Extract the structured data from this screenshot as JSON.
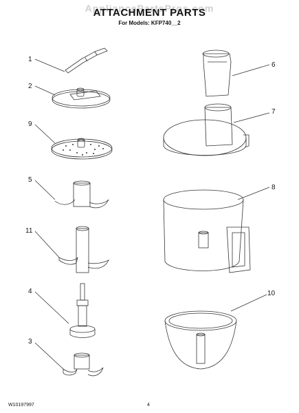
{
  "watermark": "AppliancePartsPros.com",
  "title": "ATTACHMENT PARTS",
  "subtitle": "For Models: KFP740__2",
  "footer": {
    "doc_number": "W10197997",
    "page_number": "4"
  },
  "callouts": [
    "1",
    "2",
    "9",
    "5",
    "11",
    "4",
    "3",
    "6",
    "7",
    "8",
    "10"
  ]
}
